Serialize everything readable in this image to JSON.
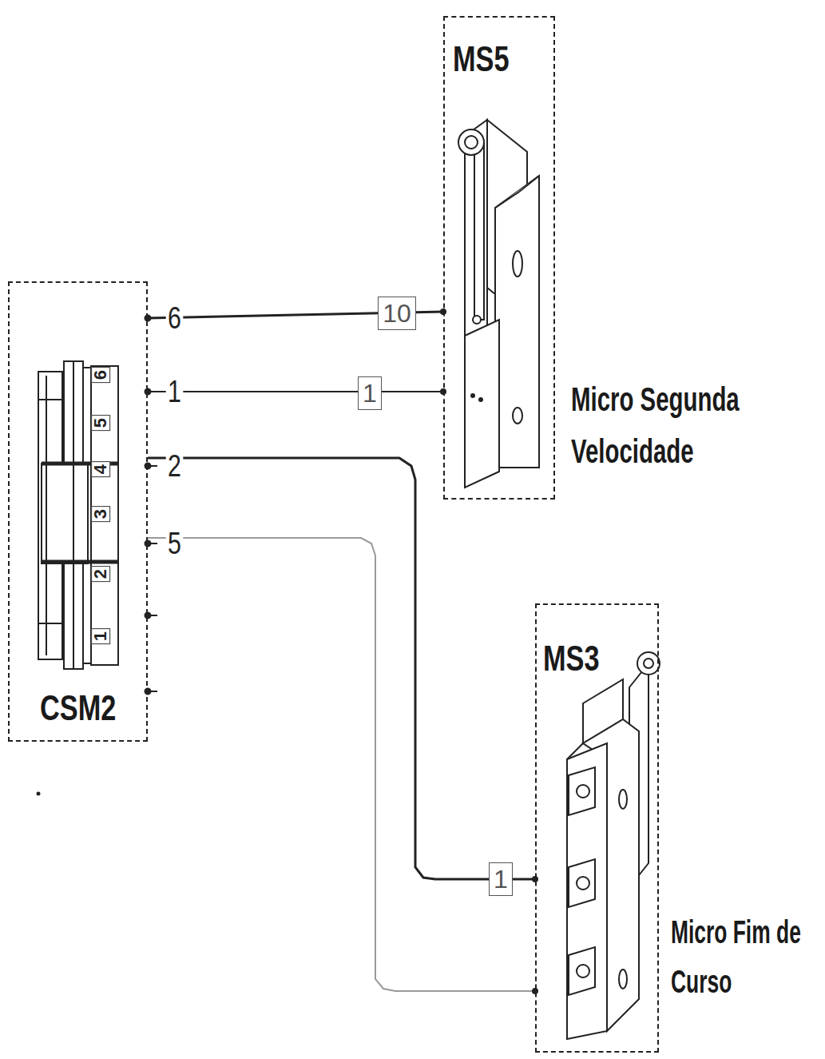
{
  "diagram": {
    "nodes": [
      {
        "text": [
          "CSM2"
        ]
      },
      {
        "text": [
          "MS5",
          "Micro Segunda Velocidade"
        ]
      },
      {
        "text": [
          "MS3",
          "Micro Fim de Curso"
        ]
      }
    ],
    "edges": [
      {
        "from": 0,
        "to": 1,
        "arrow": "none",
        "label": "10"
      },
      {
        "from": 0,
        "to": 1,
        "arrow": "none",
        "label": "1"
      },
      {
        "from": 0,
        "to": 2,
        "arrow": "none",
        "label": "1"
      },
      {
        "from": 0,
        "to": 2,
        "arrow": "none"
      }
    ],
    "labels": [
      "6",
      "1",
      "2",
      "5",
      "6",
      "5",
      "4",
      "3",
      "2",
      "1"
    ]
  }
}
